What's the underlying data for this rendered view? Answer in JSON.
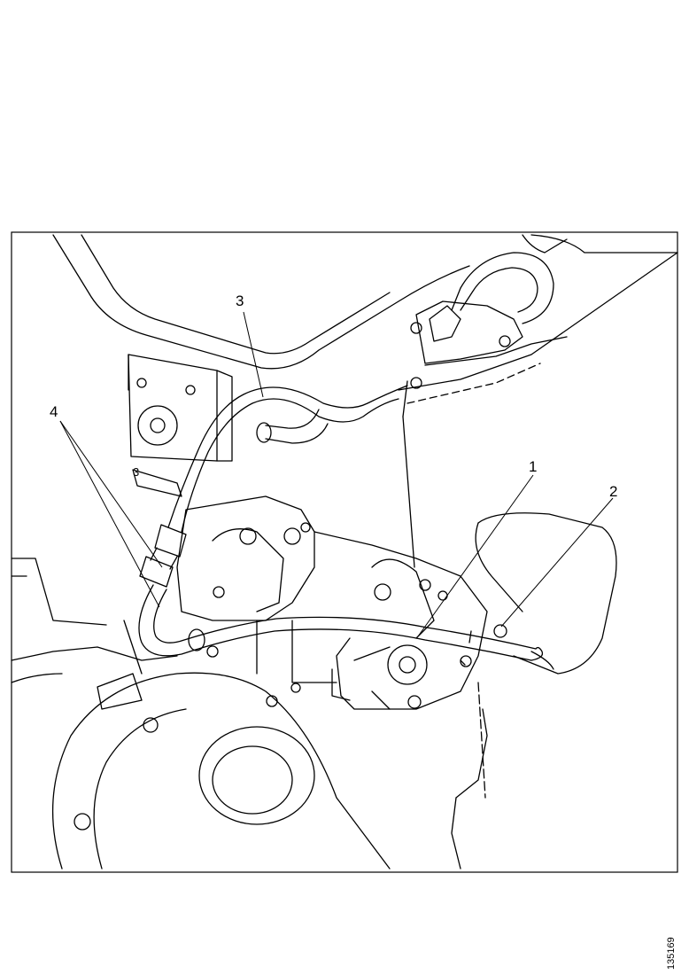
{
  "callouts": [
    {
      "id": "1",
      "text": "1"
    },
    {
      "id": "2",
      "text": "2"
    },
    {
      "id": "3a",
      "text": "3"
    },
    {
      "id": "3b",
      "text": "3"
    },
    {
      "id": "4",
      "text": "4"
    }
  ],
  "reference_code": "135169"
}
